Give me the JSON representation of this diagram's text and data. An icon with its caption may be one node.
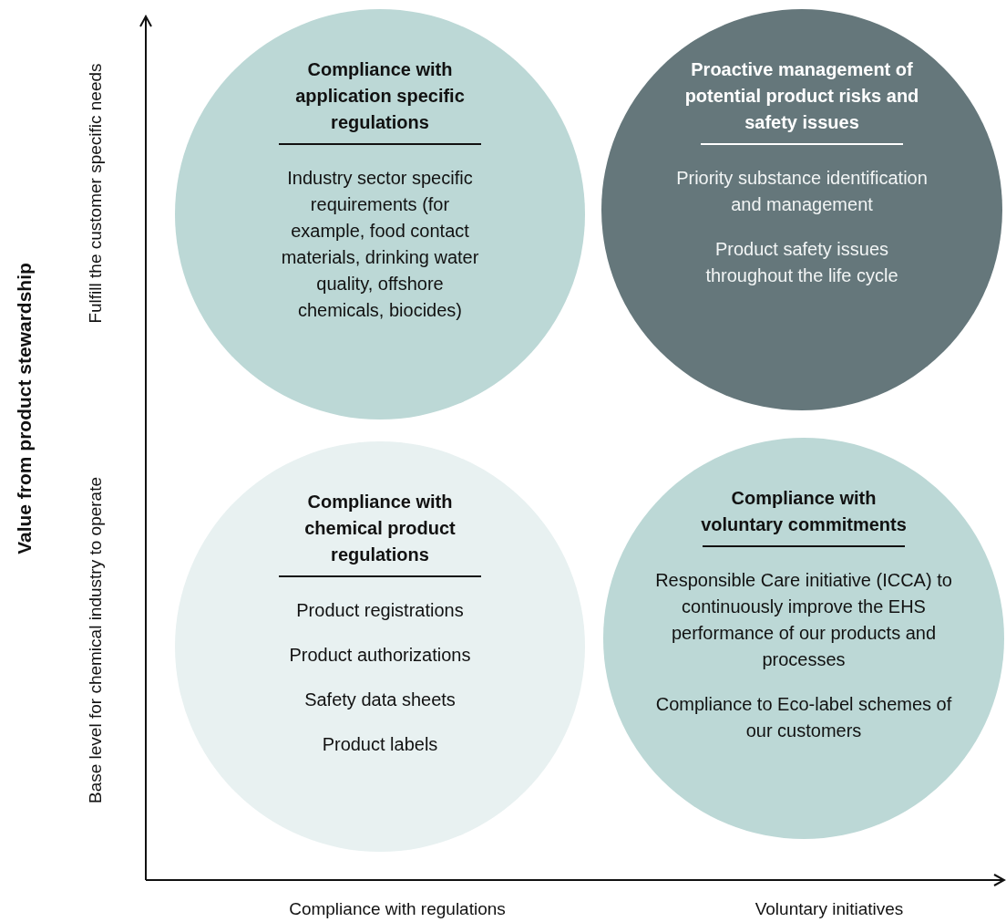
{
  "diagram": {
    "nodes": [
      {
        "text": [
          "Compliance with application specific regulations",
          "Industry sector specific requirements (for example, food contact materials, drinking water quality, offshore chemicals, biocides)"
        ]
      },
      {
        "text": [
          "Proactive management of potential product risks and safety issues",
          "Priority substance identification and management",
          "Product safety issues throughout the life cycle"
        ]
      },
      {
        "text": [
          "Compliance with chemical product regulations",
          "Product registrations",
          "Product authorizations",
          "Safety data sheets",
          "Product labels"
        ]
      },
      {
        "text": [
          "Compliance with voluntary commitments",
          "Responsible Care initiative (ICCA) to continuously improve the EHS performance of our products and processes",
          "Compliance to Eco-label schemes of our customers"
        ]
      }
    ],
    "edges": [],
    "labels": [
      "Value from product stewardship",
      "Fulfill the customer specific needs",
      "Base level for chemical industry to operate",
      "Compliance with regulations",
      "Voluntary initiatives"
    ]
  }
}
